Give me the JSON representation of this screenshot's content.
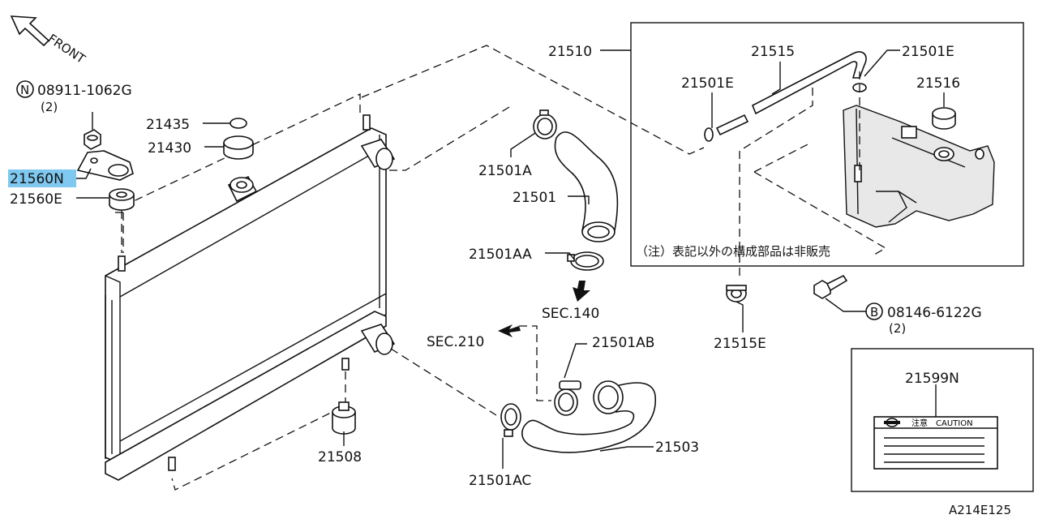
{
  "diagram": {
    "front_label": "FRONT",
    "diagram_code": "A214E125",
    "note_jp": "（注）表記以外の構成部品は非販売",
    "parts": {
      "p08911": "08911-1062G",
      "p08911_qty": "(2)",
      "p08911_prefix": "N",
      "p21435": "21435",
      "p21430": "21430",
      "p21560N": "21560N",
      "p21560E": "21560E",
      "p21501A": "21501A",
      "p21501": "21501",
      "p21501AA": "21501AA",
      "sec140": "SEC.140",
      "sec210": "SEC.210",
      "p21501AB": "21501AB",
      "p21503": "21503",
      "p21501AC": "21501AC",
      "p21508": "21508",
      "p21510": "21510",
      "p21515": "21515",
      "p21501E_left": "21501E",
      "p21501E_right": "21501E",
      "p21516": "21516",
      "p21515E": "21515E",
      "p08146": "08146-6122G",
      "p08146_qty": "(2)",
      "p08146_prefix": "B",
      "p21599N": "21599N"
    },
    "caution_label": {
      "header_jp": "注意",
      "header_en": "CAUTION"
    },
    "highlight_color": "#7fc8f0"
  }
}
